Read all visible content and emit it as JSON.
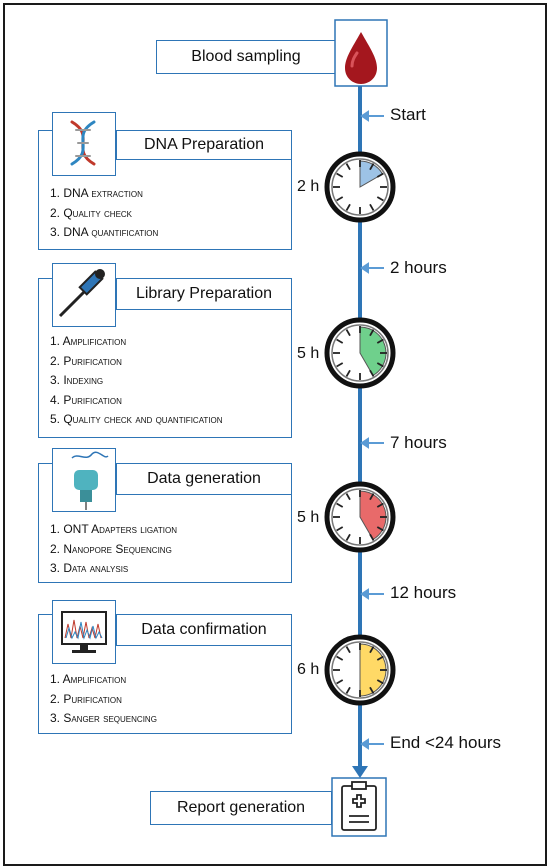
{
  "sampling": {
    "title": "Blood sampling",
    "icon": "blood-drop-icon"
  },
  "report": {
    "title": "Report generation",
    "icon": "medical-report-icon"
  },
  "timeline_labels": [
    "Start",
    "2 hours",
    "7 hours",
    "12 hours",
    "End <24 hours"
  ],
  "stages": [
    {
      "title": "DNA Preparation",
      "icon": "dna-icon",
      "steps": [
        "1. DNA extraction",
        "2. Quality check",
        "3. DNA quantification"
      ],
      "duration": "2 h",
      "clock_color": "#9dc3e6",
      "clock_fill_hours": 2
    },
    {
      "title": "Library Preparation",
      "icon": "pipette-icon",
      "steps": [
        "1. Amplification",
        "2. Purification",
        "3. Indexing",
        "4. Purification",
        "5. Quality check and quantification"
      ],
      "duration": "5 h",
      "clock_color": "#6fd08c",
      "clock_fill_hours": 5
    },
    {
      "title": "Data generation",
      "icon": "nanopore-sequencer-icon",
      "steps": [
        "1. ONT Adapters ligation",
        "2. Nanopore Sequencing",
        "3. Data analysis"
      ],
      "duration": "5 h",
      "clock_color": "#e86a6a",
      "clock_fill_hours": 5
    },
    {
      "title": "Data confirmation",
      "icon": "chromatogram-monitor-icon",
      "steps": [
        "1. Amplification",
        "2. Purification",
        "3. Sanger sequencing"
      ],
      "duration": "6 h",
      "clock_color": "#ffd966",
      "clock_fill_hours": 6
    }
  ],
  "colors": {
    "accent": "#2e75b6",
    "arrow": "#5b9bd5",
    "blood": "#a4171e"
  }
}
